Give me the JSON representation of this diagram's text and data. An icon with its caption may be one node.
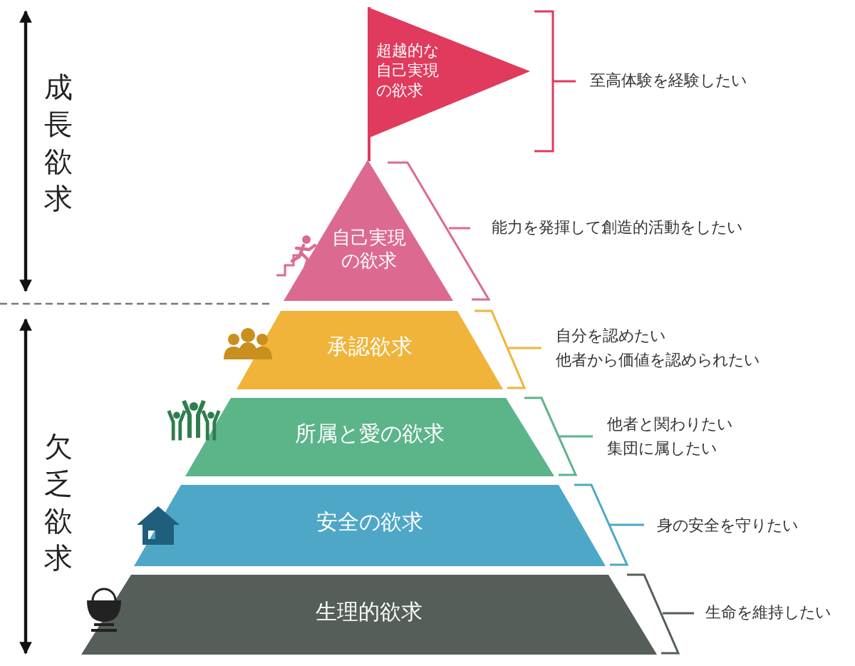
{
  "diagram": {
    "nodes": [
      {
        "text": [
          "超越的な自己実現の欲求"
        ],
        "beside": [
          "至高体験を経験したい"
        ]
      },
      {
        "text": [
          "自己実現の欲求"
        ],
        "beside": [
          "能力を発揮して創造的活動をしたい"
        ]
      },
      {
        "text": [
          "承認欲求"
        ],
        "beside": [
          "自分を認めたい",
          "他者から価値を認められたい"
        ]
      },
      {
        "text": [
          "所属と愛の欲求"
        ],
        "beside": [
          "他者と関わりたい",
          "集団に属したい"
        ]
      },
      {
        "text": [
          "安全の欲求"
        ],
        "beside": [
          "身の安全を守りたい"
        ]
      },
      {
        "text": [
          "生理的欲求"
        ],
        "beside": [
          "生命を維持したい"
        ]
      }
    ],
    "labels": [
      "成長欲求",
      "欠乏欲求"
    ]
  }
}
